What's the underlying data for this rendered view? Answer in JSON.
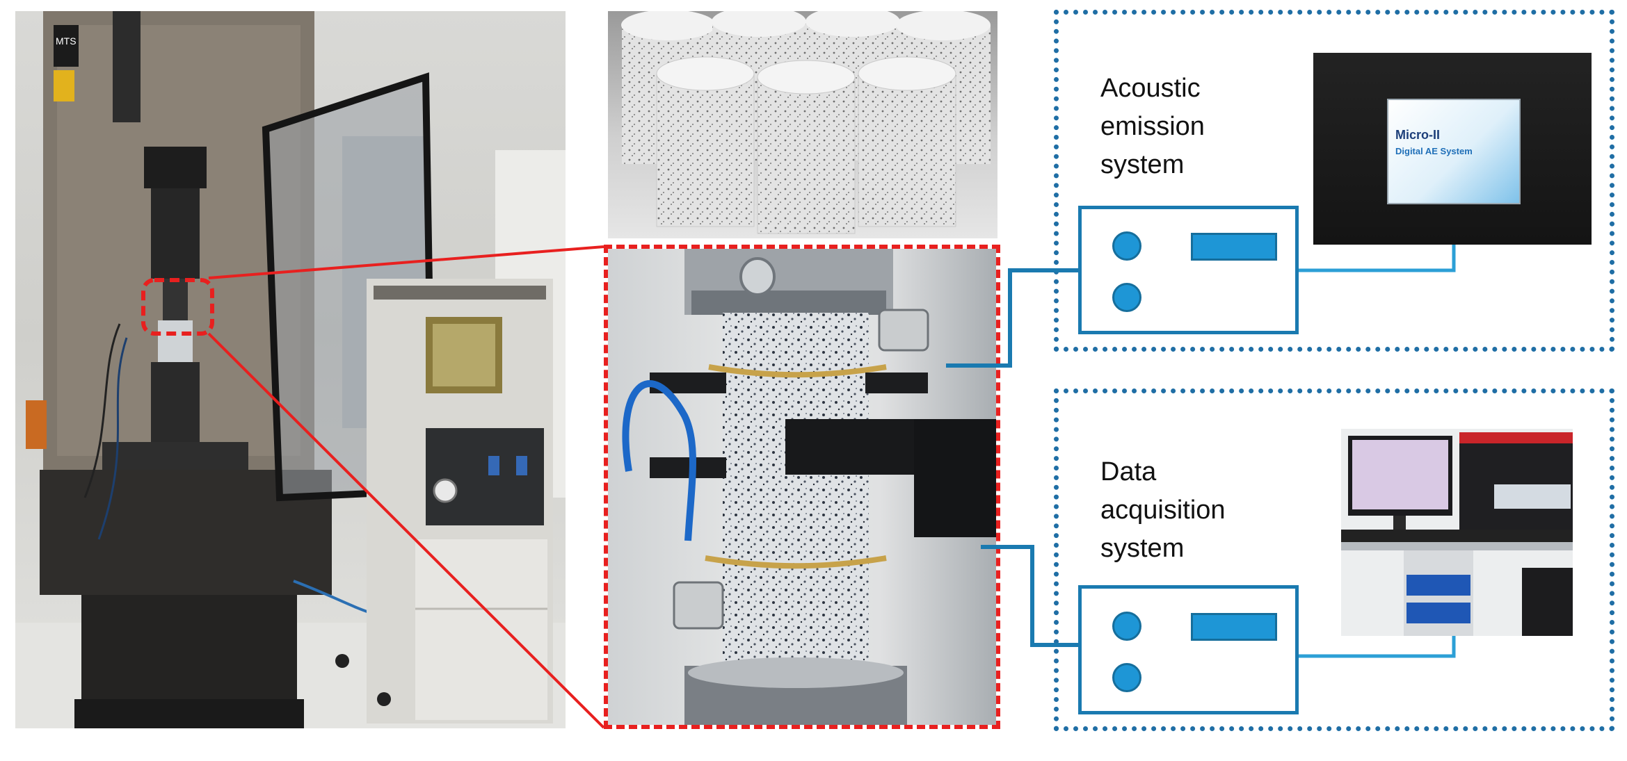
{
  "groups": {
    "acoustic_emission": {
      "label": "Acoustic\nemission\nsystem"
    },
    "data_acquisition": {
      "label": "Data\nacquisition\nsystem"
    }
  },
  "machine": {
    "brand_label": "MTS"
  },
  "ae_device_screen": {
    "title": "Micro-II",
    "subtitle": "Digital AE System"
  },
  "colors": {
    "callout_red": "#e8201f",
    "schematic_blue": "#1a7ab0",
    "knob_blue": "#1e96d6",
    "dotted_blue": "#1f6ea5",
    "cable_blue": "#2c9fd6"
  }
}
